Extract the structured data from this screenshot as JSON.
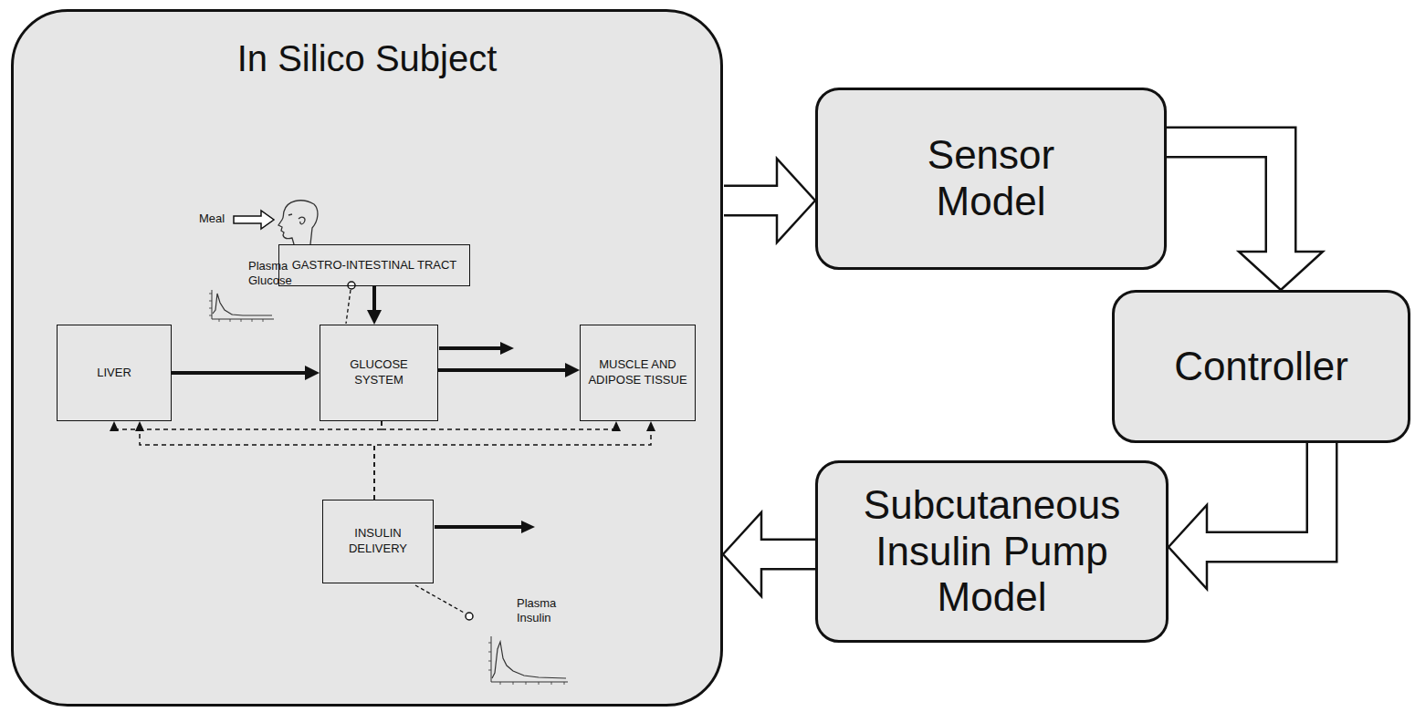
{
  "diagram": {
    "nodes": [
      {
        "text": [
          "In Silico Subject"
        ]
      },
      {
        "text": [
          "GASTRO-INTESTINAL TRACT"
        ],
        "in": 0
      },
      {
        "text": [
          "LIVER"
        ],
        "in": 0
      },
      {
        "text": [
          "GLUCOSE SYSTEM"
        ],
        "in": 0
      },
      {
        "text": [
          "MUSCLE AND ADIPOSE TISSUE"
        ],
        "in": 0
      },
      {
        "text": [
          "INSULIN DELIVERY"
        ],
        "in": 0
      },
      {
        "text": [
          "Sensor Model"
        ]
      },
      {
        "text": [
          "Controller"
        ]
      },
      {
        "text": [
          "Subcutaneous Insulin Pump Model"
        ]
      }
    ],
    "edges": [
      {
        "from": 1,
        "to": 3,
        "arrow": "to"
      },
      {
        "from": 2,
        "to": 3,
        "arrow": "to"
      },
      {
        "from": 3,
        "to": 4,
        "arrow": "to"
      },
      {
        "from": 3,
        "to": 2,
        "arrow": "to"
      },
      {
        "from": 3,
        "to": 4,
        "arrow": "to"
      },
      {
        "from": 5,
        "to": 2,
        "arrow": "to"
      },
      {
        "from": 5,
        "to": 4,
        "arrow": "to"
      },
      {
        "from": 0,
        "to": 6,
        "arrow": "to"
      },
      {
        "from": 6,
        "to": 7,
        "arrow": "to"
      },
      {
        "from": 7,
        "to": 8,
        "arrow": "to"
      },
      {
        "from": 8,
        "to": 0,
        "arrow": "to"
      }
    ],
    "labels": [
      "Meal",
      "Plasma Glucose",
      "Plasma Insulin"
    ]
  }
}
